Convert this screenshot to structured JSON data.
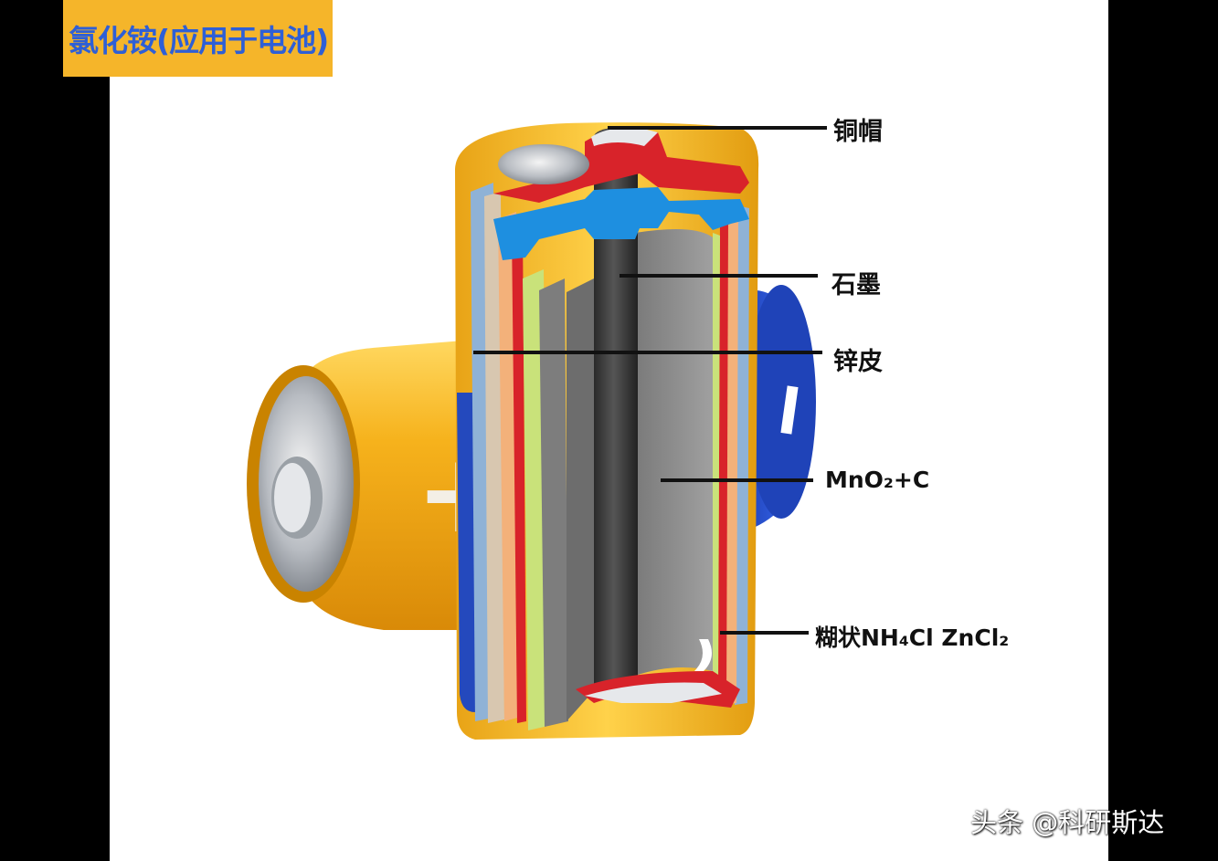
{
  "title": "氯化铵(应用于电池)",
  "labels": {
    "copper_cap": "铜帽",
    "graphite": "石墨",
    "zinc_case": "锌皮",
    "mno2": "MnO₂+C",
    "paste": "糊状NH₄Cl ZnCl₂"
  },
  "watermark": "头条 @科研斯达",
  "battery_symbols": {
    "positive": "+",
    "negative": "−"
  },
  "colors": {
    "title_bg": "#f5b52a",
    "title_text": "#2e5fd6",
    "battery_yellow": "#f2b01e",
    "battery_blue": "#1f43b8",
    "seal_blue": "#1e8fe0",
    "seal_red": "#d8232a",
    "graphite": "#3b3b3b",
    "mno2_gray": "#8a8a8a",
    "separator_green": "#c9e27a",
    "zinc_orange": "#f2b27c"
  }
}
